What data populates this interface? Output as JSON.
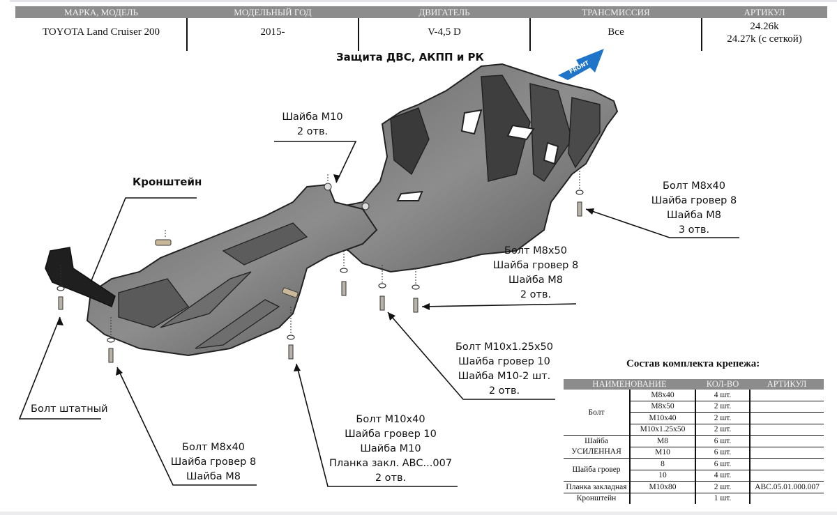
{
  "header": {
    "columns": [
      "МАРКА, МОДЕЛЬ",
      "МОДЕЛЬНЫЙ ГОД",
      "ДВИГАТЕЛЬ",
      "ТРАНСМИССИЯ",
      "АРТИКУЛ"
    ],
    "values": {
      "model": "TOYOTA Land Cruiser 200",
      "year": "2015-",
      "engine": "V-4,5 D",
      "transmission": "Все",
      "article_1": "24.26k",
      "article_2": "24.27k (с сеткой)"
    }
  },
  "diagram": {
    "title": "Защита ДВС, АКПП и РК",
    "front_label": "FRONT",
    "colors": {
      "front_arrow": "#1e74c8",
      "guard": "#4a4a4a",
      "guard_light": "#8a8a8a"
    },
    "callouts": {
      "washer_m10": [
        "Шайба М10",
        "2 отв."
      ],
      "bracket": "Кронштейн",
      "bolt_right": [
        "Болт М8х40",
        "Шайба гровер 8",
        "Шайба М8",
        "3 отв."
      ],
      "bolt_m8x50": [
        "Болт М8х50",
        "Шайба гровер 8",
        "Шайба М8",
        "2 отв."
      ],
      "bolt_m10x125": [
        "Болт М10х1.25х50",
        "Шайба гровер 10",
        "Шайба М10-2 шт.",
        "2 отв."
      ],
      "bolt_m10x40": [
        "Болт М10х40",
        "Шайба гровер 10",
        "Шайба М10",
        "Планка закл. АВС...007",
        "2 отв."
      ],
      "bolt_m8x40_left": [
        "Болт М8х40",
        "Шайба гровер 8",
        "Шайба М8"
      ],
      "bolt_stock": "Болт штатный"
    }
  },
  "kit": {
    "title": "Состав комплекта крепежа:",
    "columns": [
      "НАИМЕНОВАНИЕ",
      "КОЛ-ВО",
      "АРТИКУЛ"
    ],
    "groups": {
      "bolt": "Болт",
      "washer_reinforced_1": "Шайба",
      "washer_reinforced_2": "УСИЛЕННАЯ",
      "washer_grover": "Шайба гровер",
      "plate": "Планка закладная",
      "bracket": "Кронштейн"
    },
    "rows": [
      {
        "size": "М8х40",
        "qty": "4 шт.",
        "article": ""
      },
      {
        "size": "М8х50",
        "qty": "2 шт.",
        "article": ""
      },
      {
        "size": "М10х40",
        "qty": "2 шт.",
        "article": ""
      },
      {
        "size": "М10х1.25х50",
        "qty": "2 шт.",
        "article": ""
      },
      {
        "size": "М8",
        "qty": "6 шт.",
        "article": ""
      },
      {
        "size": "М10",
        "qty": "6 шт.",
        "article": ""
      },
      {
        "size": "8",
        "qty": "6 шт.",
        "article": ""
      },
      {
        "size": "10",
        "qty": "4 шт.",
        "article": ""
      },
      {
        "size": "М10х80",
        "qty": "2 шт.",
        "article": "АВС.05.01.000.007"
      },
      {
        "size": "",
        "qty": "1 шт.",
        "article": ""
      }
    ]
  }
}
